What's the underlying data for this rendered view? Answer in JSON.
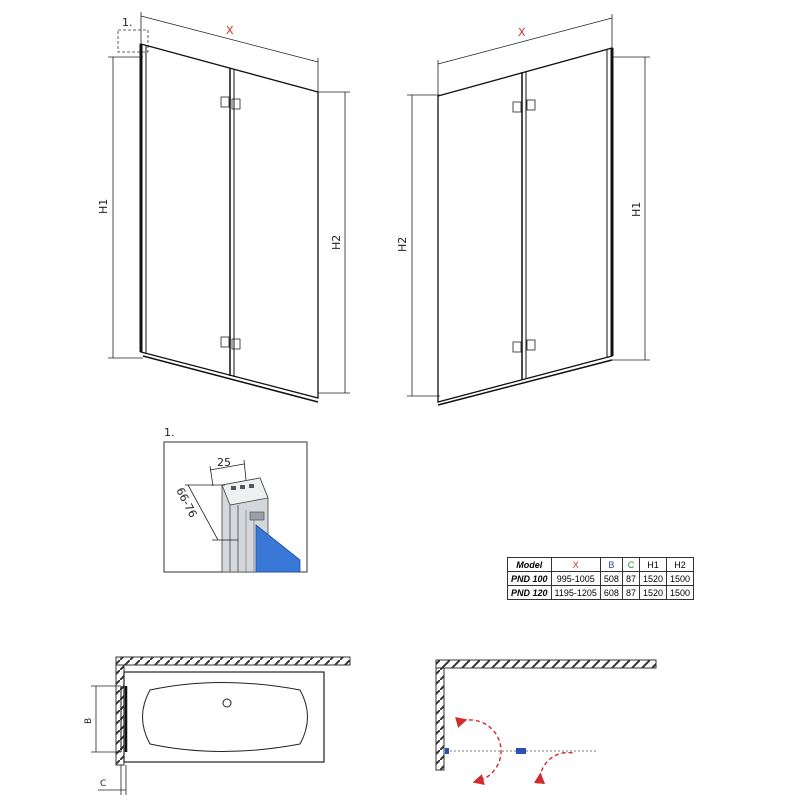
{
  "front_view_left": {
    "detail_ref": "1.",
    "width_label": "X",
    "height_labels": [
      "H1",
      "H2"
    ]
  },
  "front_view_right": {
    "width_label": "X",
    "height_labels": [
      "H2",
      "H1"
    ]
  },
  "detail": {
    "ref": "1.",
    "top_dimension": "25",
    "side_dimension": "66-76",
    "glass_color": "#3a78d8"
  },
  "spec_table": {
    "headers": [
      "Model",
      "X",
      "B",
      "C",
      "H1",
      "H2"
    ],
    "rows": [
      [
        "PND 100",
        "995-1005",
        "508",
        "87",
        "1520",
        "1500"
      ],
      [
        "PND 120",
        "1195-1205",
        "608",
        "87",
        "1520",
        "1500"
      ]
    ]
  },
  "plan_view": {
    "b_label": "B",
    "c_label": "C"
  },
  "colors": {
    "x_header": "#d12b2b",
    "b_header": "#2a3fbf",
    "c_header": "#1a9a2a",
    "swing_arrow": "#d12b2b"
  }
}
